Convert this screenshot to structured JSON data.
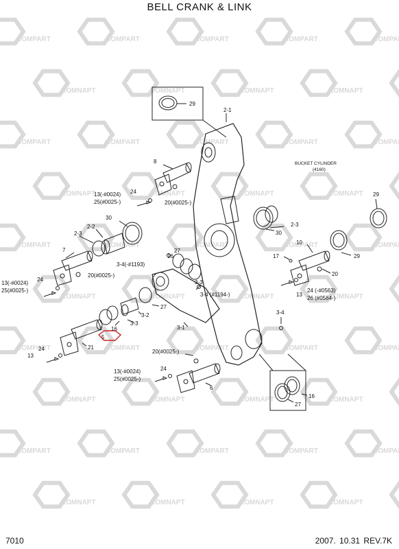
{
  "title": "BELL CRANK & LINK",
  "page_number": "7010",
  "revision": "2007. 10.31  REV.7K",
  "watermark": {
    "text_a": "COMPART",
    "text_b": "KOMNAPT",
    "color": "#d9d9d9"
  },
  "callout_color": "#cc2222",
  "labels": {
    "l29a": "29",
    "l2_1": "2-1",
    "l8": "8",
    "l24a": "24",
    "l13a": "13(-#0024)",
    "l25a": "25(#0025-)",
    "l20a": "20(#0025-)",
    "bucket_cyl": "BUCKET CYLINDER",
    "bucket_cyl_no": "(4160)",
    "l29b": "29",
    "l30a": "30",
    "l2_3a": "2-3",
    "l30b": "30",
    "l2_2": "2-2",
    "l2_3b": "2-3",
    "l27a": "27",
    "l16a": "16",
    "l3_4a": "3-4(-#1193)",
    "l7": "7",
    "l10": "10",
    "l17": "17",
    "l29c": "29",
    "l20b": "20",
    "l20c": "20(#0025-)",
    "l24b": "24",
    "l13b": "13(-#0024)",
    "l25b": "25(#0025-)",
    "l3_3a": "3-3",
    "l3_4b": "3-4 (#1194-)",
    "l13c": "13",
    "l24c": "24 (-#0563)",
    "l26": "26 (#0564-)",
    "l27b": "27",
    "l3_2": "3-2",
    "l3_3b": "3-3",
    "l16b": "16",
    "l3_4c": "3-4",
    "l3_1": "3-1",
    "l5": "5",
    "l21": "21",
    "l24d": "24",
    "l13d": "13",
    "l20d": "20(#0025-)",
    "l13e": "13(-#0024)",
    "l25c": "25(#0025-)",
    "l24e": "24",
    "l6": "6",
    "l16c": "16",
    "l27c": "27"
  }
}
